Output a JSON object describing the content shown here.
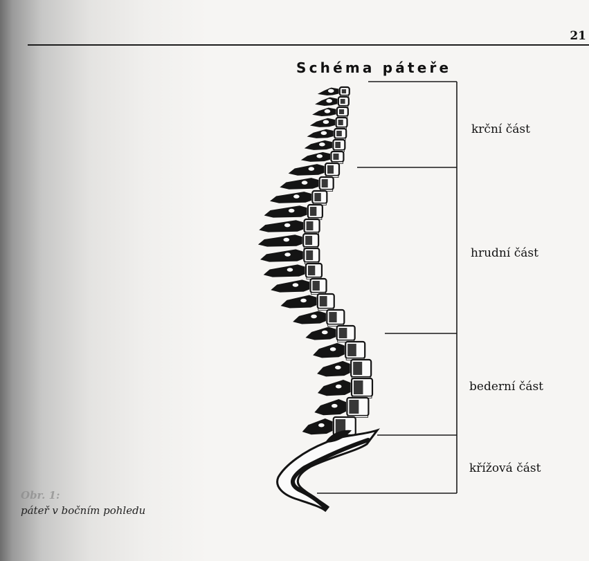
{
  "page": {
    "number": "21"
  },
  "diagram": {
    "title": "Schéma páteře",
    "sections": [
      {
        "id": "cervical",
        "label": "krční část"
      },
      {
        "id": "thoracic",
        "label": "hrudní část"
      },
      {
        "id": "lumbar",
        "label": "bederní část"
      },
      {
        "id": "sacral",
        "label": "křížová část"
      }
    ]
  },
  "caption": {
    "number": "Obr. 1:",
    "text": "páteř v bočním pohledu"
  },
  "colors": {
    "ink": "#141414",
    "paper": "#f6f5f3"
  }
}
